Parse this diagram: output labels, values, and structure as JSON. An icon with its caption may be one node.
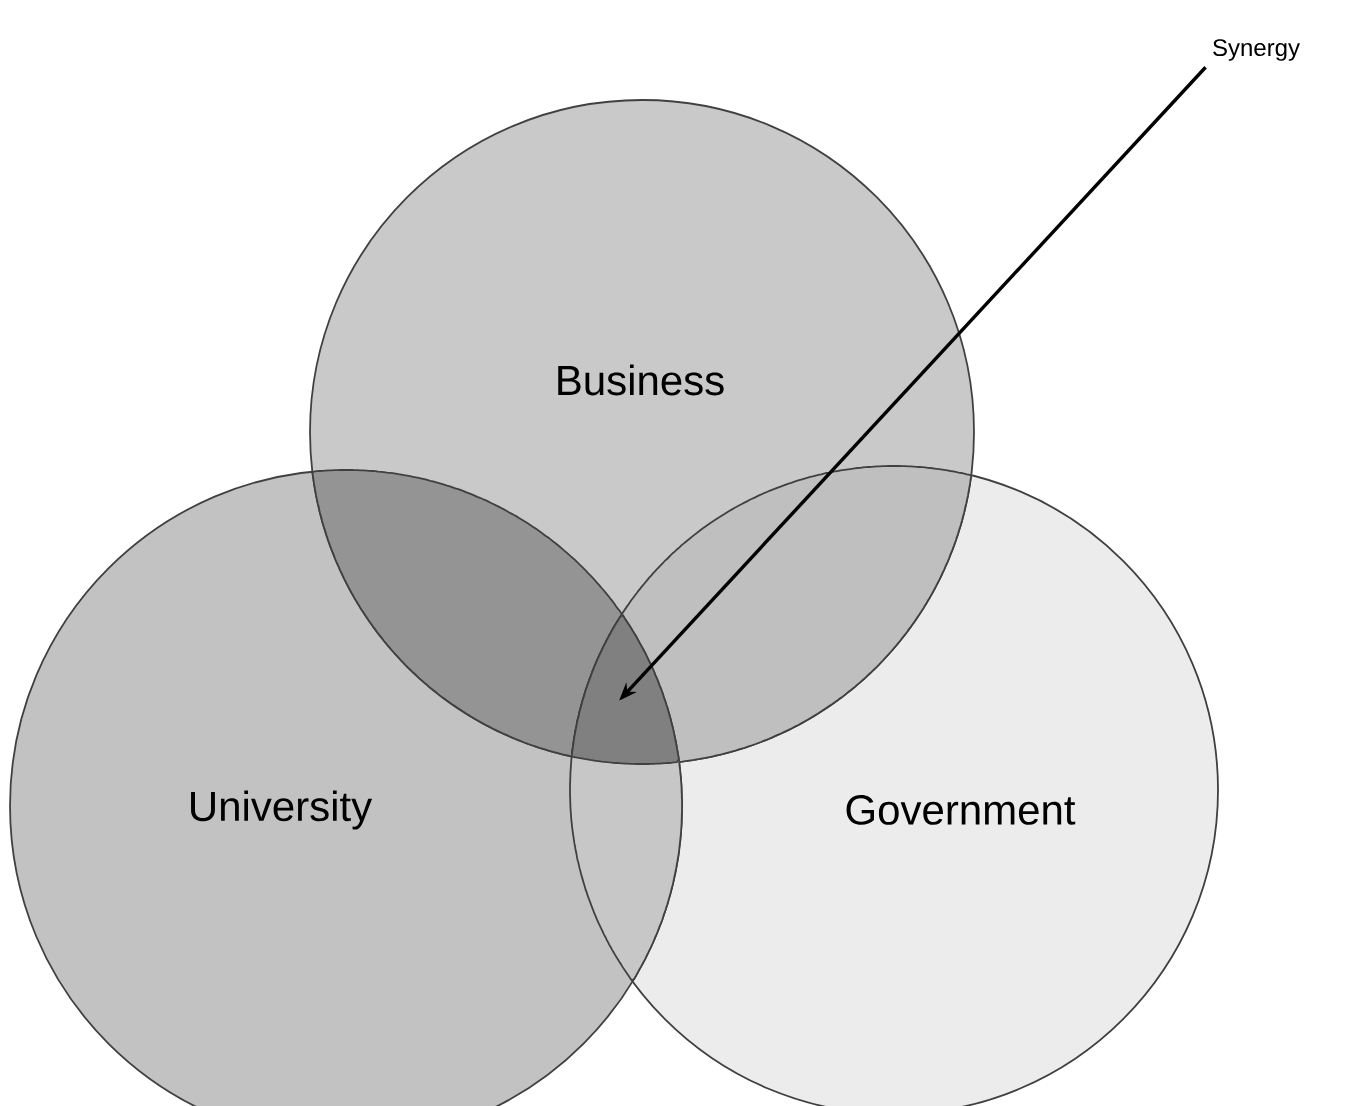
{
  "diagram": {
    "nodes": [
      {
        "text": [
          "Business"
        ]
      },
      {
        "text": [
          "University"
        ]
      },
      {
        "text": [
          "Government"
        ]
      },
      {
        "text": [
          "Synergy"
        ]
      },
      {
        "text": [],
        "shape": "region"
      }
    ],
    "edges": [
      {
        "from": 3,
        "to": 4,
        "arrow": "to"
      }
    ]
  }
}
